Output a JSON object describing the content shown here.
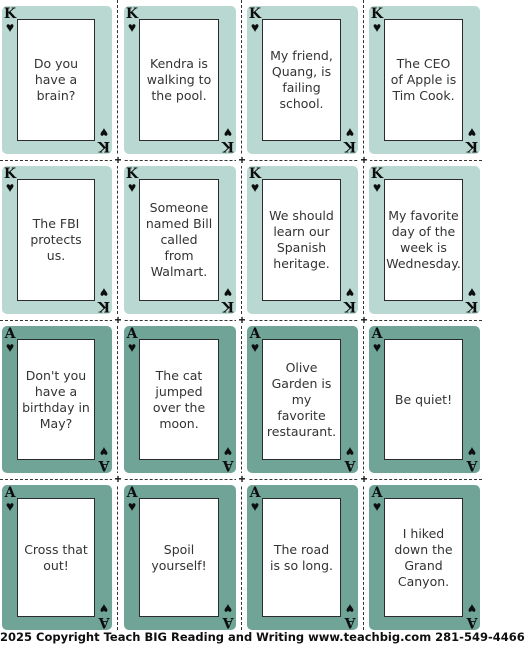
{
  "cards": [
    {
      "rank": "K",
      "suit_icon": "heart-icon",
      "text": "Do you have a brain?"
    },
    {
      "rank": "K",
      "suit_icon": "heart-icon",
      "text": "Kendra is walking to the pool."
    },
    {
      "rank": "K",
      "suit_icon": "heart-icon",
      "text": "My friend, Quang, is failing school."
    },
    {
      "rank": "K",
      "suit_icon": "heart-icon",
      "text": "The CEO of Apple is Tim Cook."
    },
    {
      "rank": "K",
      "suit_icon": "heart-icon",
      "text": "The FBI protects us."
    },
    {
      "rank": "K",
      "suit_icon": "heart-icon",
      "text": "Someone named Bill called from Walmart."
    },
    {
      "rank": "K",
      "suit_icon": "heart-icon",
      "text": "We should learn our Spanish heritage."
    },
    {
      "rank": "K",
      "suit_icon": "heart-icon",
      "text": "My favorite day of the week is Wednesday."
    },
    {
      "rank": "A",
      "suit_icon": "heart-icon",
      "text": "Don't you have a birthday in May?"
    },
    {
      "rank": "A",
      "suit_icon": "heart-icon",
      "text": "The cat jumped over the moon."
    },
    {
      "rank": "A",
      "suit_icon": "heart-icon",
      "text": "Olive Garden is my favorite restaurant."
    },
    {
      "rank": "A",
      "suit_icon": "heart-icon",
      "text": "Be quiet!"
    },
    {
      "rank": "A",
      "suit_icon": "heart-icon",
      "text": "Cross that out!"
    },
    {
      "rank": "A",
      "suit_icon": "heart-icon",
      "text": "Spoil yourself!"
    },
    {
      "rank": "A",
      "suit_icon": "heart-icon",
      "text": "The road is so long."
    },
    {
      "rank": "A",
      "suit_icon": "heart-icon",
      "text": "I hiked down the Grand Canyon."
    }
  ],
  "colors": {
    "king_card": "#b9d8d1",
    "ace_card": "#6fa497"
  },
  "footer": {
    "copyright": "2025 Copyright Teach BIG Reading and Writing www.teachbig.com 281-549-4466"
  }
}
